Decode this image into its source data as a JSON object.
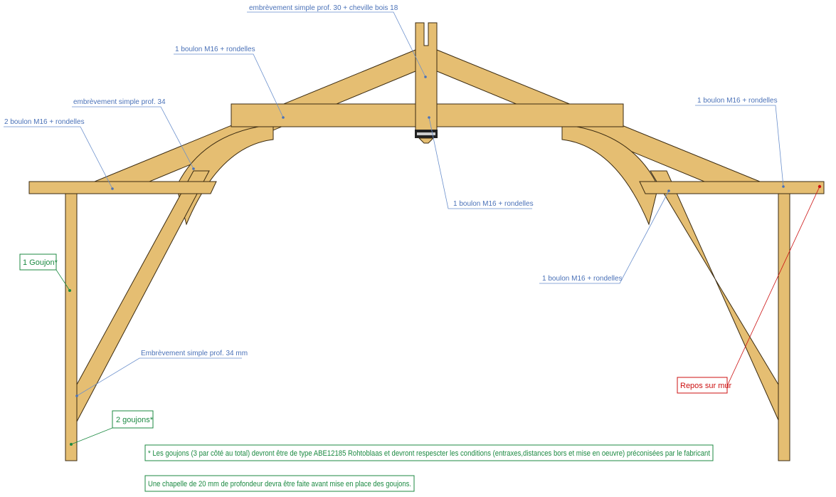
{
  "labels": {
    "ridge_note": "embrèvement simple prof. 30 + cheville bois 18",
    "bolt_top_left": "1 boulon M16 + rondelles",
    "embrevement_34": "embrèvement simple prof. 34",
    "bolt_left_2": "2 boulon M16 + rondelles",
    "bolt_right_top": "1 boulon M16 + rondelles",
    "bolt_center": "1 boulon M16 + rondelles",
    "bolt_right_low": "1 boulon M16 + rondelles",
    "embrevement_34mm": "Embrèvement simple prof. 34 mm"
  },
  "callouts": {
    "goujon_1": "1 Goujon*",
    "goujons_2": "2 goujons*",
    "repos": "Repos sur mur"
  },
  "notes": {
    "note_1": "* Les goujons (3 par côté au total) devront être de  type ABE12185 Rohtoblaas et devront respescter les conditions (entraxes,distances bors et mise en oeuvre)  préconisées par le fabricant",
    "note_2": "Une chapelle de 20 mm de profondeur devra être faite avant mise en place des goujons."
  },
  "colors": {
    "wood": "#E5BE72",
    "annotation_blue": "#4b72b8",
    "annotation_green": "#1c8a42",
    "annotation_red": "#cc1111"
  }
}
